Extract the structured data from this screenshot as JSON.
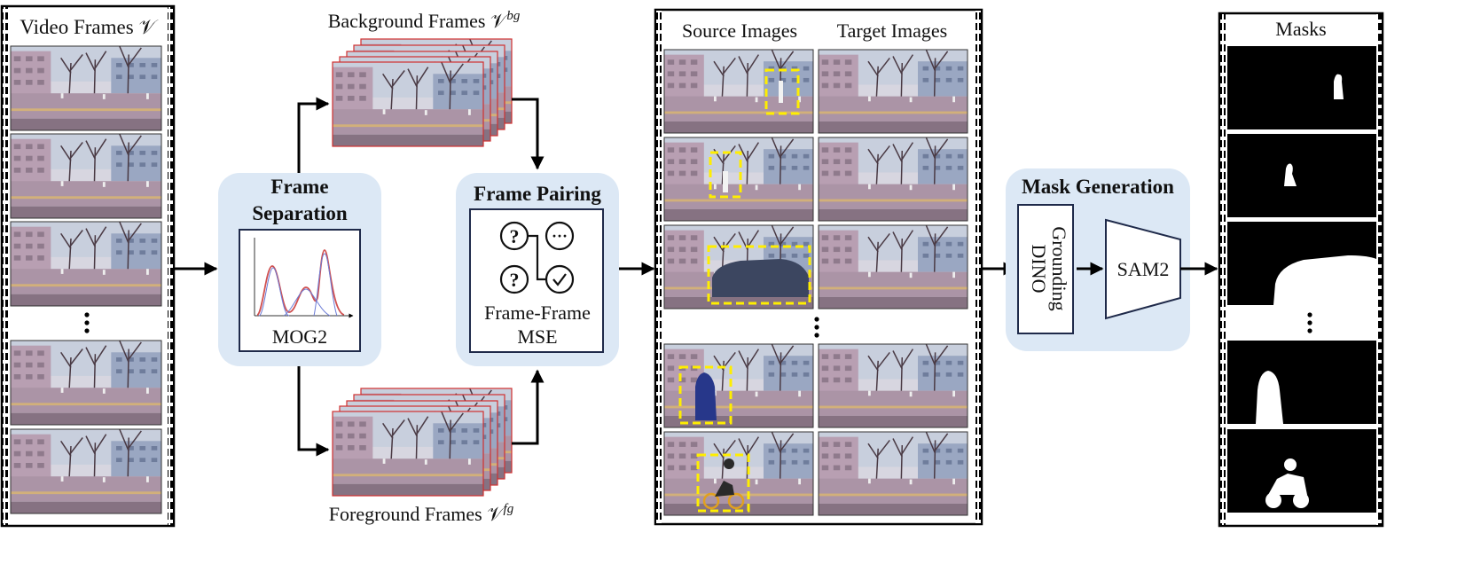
{
  "video_frames": {
    "title": "Video Frames",
    "symbol": "𝒱"
  },
  "background_frames": {
    "title": "Background Frames",
    "symbol": "𝒱",
    "superscript": "bg"
  },
  "foreground_frames": {
    "title": "Foreground Frames",
    "symbol": "𝒱",
    "superscript": "fg"
  },
  "frame_separation": {
    "title_line1": "Frame",
    "title_line2": "Separation",
    "method": "MOG2"
  },
  "frame_pairing": {
    "title": "Frame Pairing",
    "method_line1": "Frame-Frame",
    "method_line2": "MSE",
    "icon_unknown": "?",
    "icon_ellipsis": "···"
  },
  "pairs": {
    "source_header": "Source Images",
    "target_header": "Target Images"
  },
  "mask_generation": {
    "title": "Mask Generation",
    "detector_line1": "Grounding",
    "detector_line2": "DINO",
    "segmenter": "SAM2"
  },
  "masks": {
    "title": "Masks"
  },
  "colors": {
    "panel_fill": "#dce8f5",
    "highlight_box": "#ffee00",
    "frame_border": "#d03030",
    "sky": "#c7cfdd",
    "buildings": "#b9a7b6",
    "ground": "#8d7685"
  }
}
